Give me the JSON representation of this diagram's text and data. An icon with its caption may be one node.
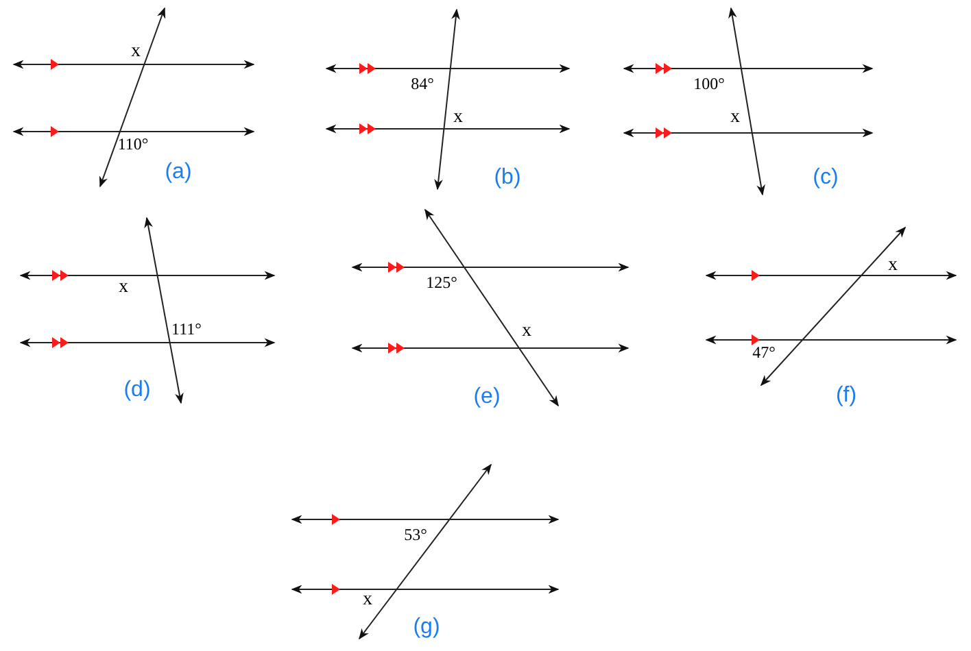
{
  "diagram": {
    "labels": [
      "x",
      "110°",
      "(a)",
      "84°",
      "x",
      "(b)",
      "100°",
      "x",
      "(c)",
      "x",
      "111°",
      "(d)",
      "125°",
      "x",
      "(e)",
      "x",
      "47°",
      "(f)",
      "53°",
      "x",
      "(g)"
    ]
  }
}
